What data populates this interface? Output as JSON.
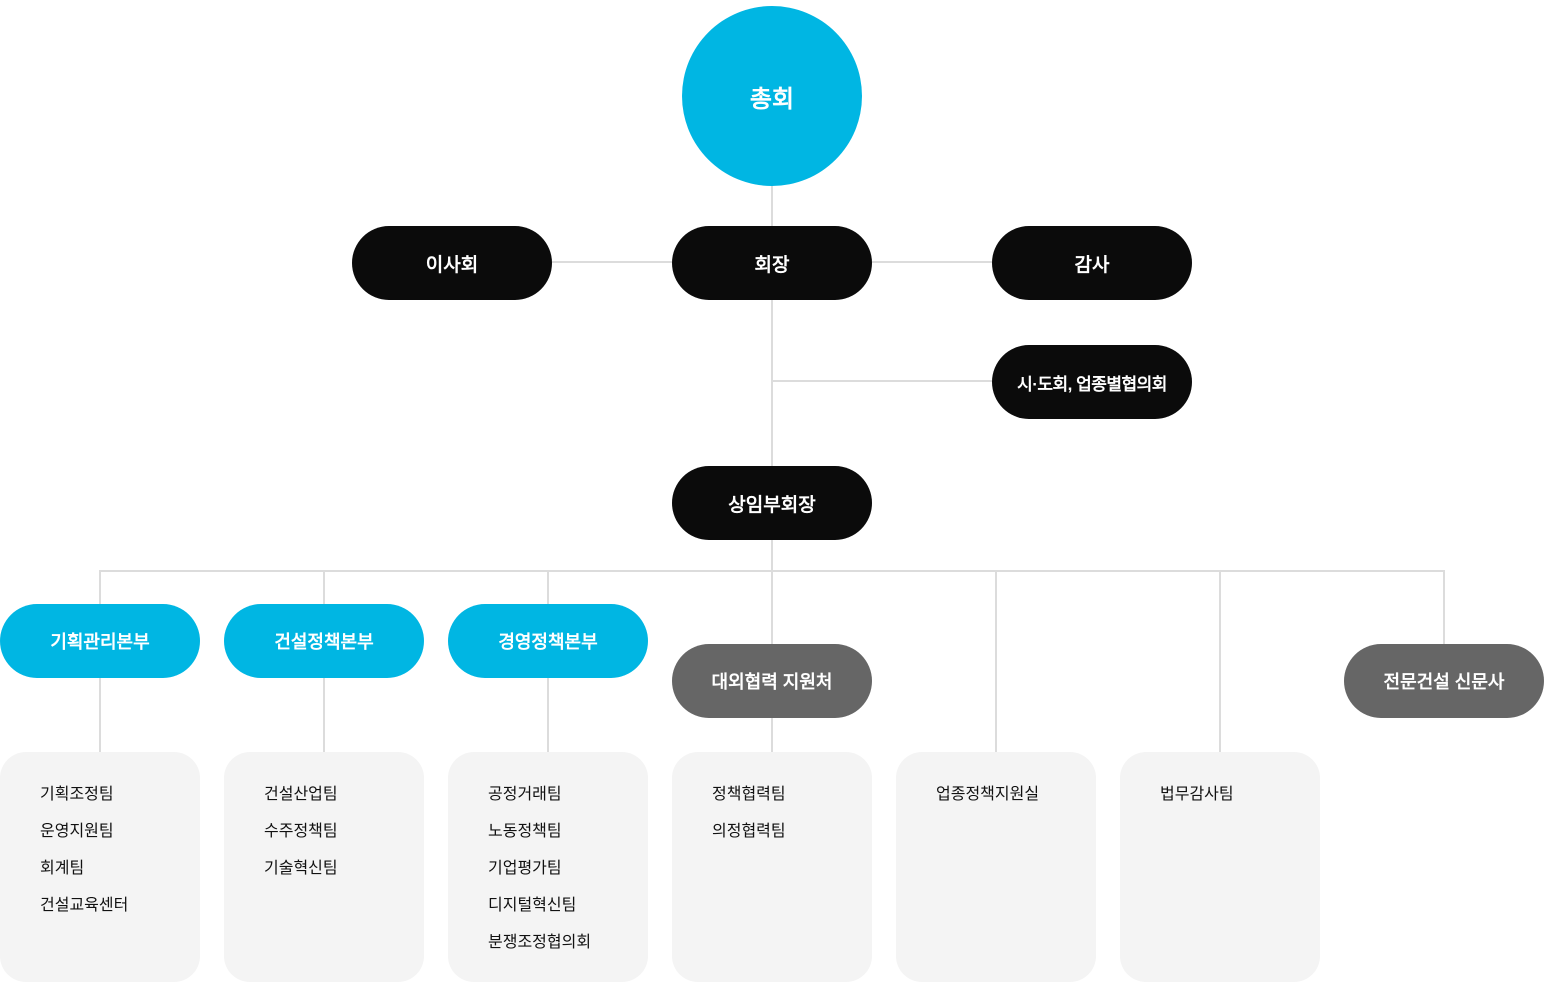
{
  "colors": {
    "cyan": "#00b6e3",
    "black": "#0b0b0b",
    "gray": "#666666",
    "card_background": "#f4f4f4",
    "connector_line": "#dcdcdc",
    "card_text": "#111111",
    "pill_text": "#ffffff"
  },
  "org": {
    "root": {
      "label": "총회"
    },
    "executives": {
      "board": "이사회",
      "chairman": "회장",
      "auditor": "감사"
    },
    "council": "시·도회, 업종별협의회",
    "vice_chairman": "상임부회장",
    "columns": [
      {
        "label": "기획관리본부",
        "style": "cyan",
        "teams": [
          "기획조정팀",
          "운영지원팀",
          "회계팀",
          "건설교육센터"
        ]
      },
      {
        "label": "건설정책본부",
        "style": "cyan",
        "teams": [
          "건설산업팀",
          "수주정책팀",
          "기술혁신팀"
        ]
      },
      {
        "label": "경영정책본부",
        "style": "cyan",
        "teams": [
          "공정거래팀",
          "노동정책팀",
          "기업평가팀",
          "디지털혁신팀",
          "분쟁조정협의회"
        ]
      },
      {
        "label": "대외협력 지원처",
        "style": "gray",
        "teams": [
          "정책협력팀",
          "의정협력팀"
        ]
      },
      {
        "label": null,
        "style": null,
        "teams": [
          "업종정책지원실"
        ]
      },
      {
        "label": null,
        "style": null,
        "teams": [
          "법무감사팀"
        ]
      },
      {
        "label": "전문건설 신문사",
        "style": "gray",
        "teams": []
      }
    ]
  }
}
